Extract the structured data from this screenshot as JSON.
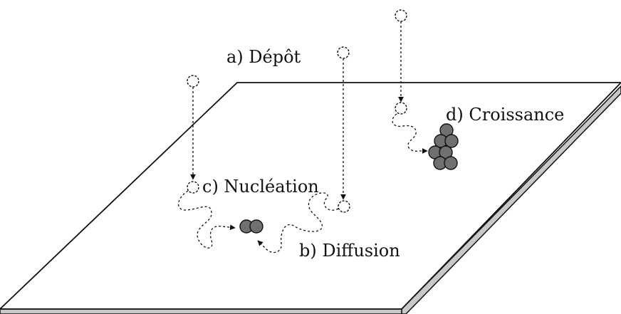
{
  "labels": {
    "depot": "a) Dépôt",
    "diffusion": "b) Diffusion",
    "nucleation": "c) Nucléation",
    "croissance": "d) Croissance"
  },
  "colors": {
    "substrate_top": "#ffffff",
    "substrate_edge": "#c8c8c8",
    "line": "#111111",
    "atom_fill": "#707070"
  }
}
